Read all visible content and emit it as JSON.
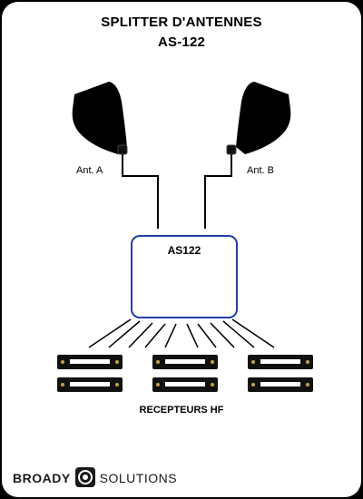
{
  "header": {
    "title_line1": "SPLITTER D'ANTENNES",
    "title_line2": "AS-122"
  },
  "antennas": [
    {
      "label": "Ant. A"
    },
    {
      "label": "Ant. B"
    }
  ],
  "splitter": {
    "label": "AS122"
  },
  "receivers": {
    "label": "RECEPTEURS HF",
    "count": 6
  },
  "footer": {
    "brand_part1": "BROADY",
    "brand_part2": "SOLUTIONS"
  },
  "colors": {
    "background": "#000000",
    "card": "#ffffff",
    "device_border": "#2340a8",
    "receiver_slot": "#c9a23a"
  }
}
